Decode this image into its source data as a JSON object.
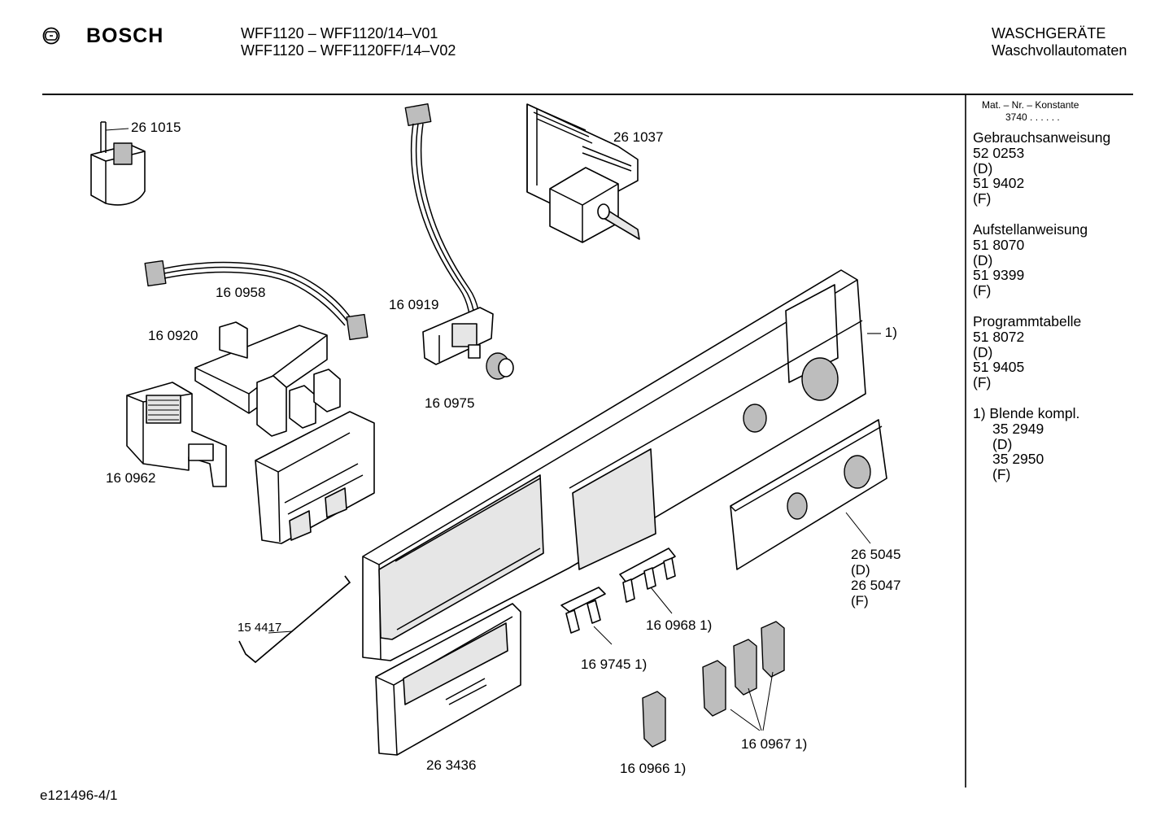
{
  "header": {
    "brand": "BOSCH",
    "model_line_1": "WFF1120 – WFF1120/14–V01",
    "model_line_2": "WFF1120 – WFF1120FF/14–V02",
    "category": "WASCHGERÄTE",
    "subcategory": "Waschvollautomaten"
  },
  "footer": {
    "drawing_id": "e121496-4/1"
  },
  "sidebar": {
    "mat_nr_label": "Mat. – Nr. – Konstante",
    "mat_nr_value": "3740 . . . . . .",
    "blocks": [
      {
        "title": "Gebrauchsanweisung",
        "lines": [
          "52 0253",
          "(D)",
          "51 9402",
          "(F)"
        ]
      },
      {
        "title": "Aufstellanweisung",
        "lines": [
          "51 8070",
          "(D)",
          "51 9399",
          "(F)"
        ]
      },
      {
        "title": "Programmtabelle",
        "lines": [
          "51 8072",
          "(D)",
          "51 9405",
          "(F)"
        ]
      }
    ],
    "note_title": "1) Blende kompl.",
    "note_lines": [
      "35 2949",
      "(D)",
      "35 2950",
      "(F)"
    ]
  },
  "parts": {
    "p261015": "26 1015",
    "p261037": "26 1037",
    "p160958": "16 0958",
    "p160919": "16 0919",
    "p160920": "16 0920",
    "p160975": "16 0975",
    "p160962": "16 0962",
    "p_panel": "1)",
    "p265045_1": "26 5045",
    "p265045_2": "(D)",
    "p265045_3": "26 5047",
    "p265045_4": "(F)",
    "p154417": "15 4417",
    "p160968": "16 0968 1)",
    "p169745": "16 9745 1)",
    "p263436": "26 3436",
    "p160967": "16 0967 1)",
    "p160966": "16 0966 1)"
  },
  "colors": {
    "line": "#000000",
    "background": "#ffffff",
    "shade": "#bdbdbd"
  }
}
